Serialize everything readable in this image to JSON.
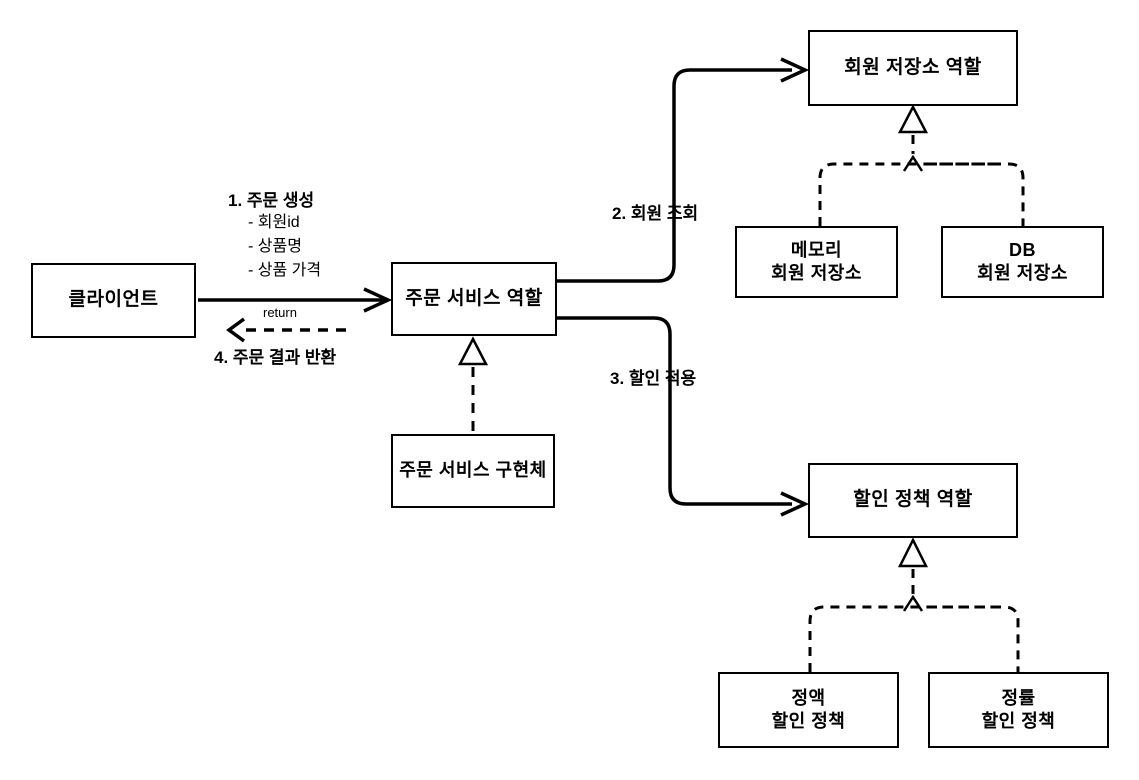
{
  "diagram": {
    "background_color": "#ffffff",
    "line_color": "#000000",
    "nodes": {
      "client": {
        "label": "클라이언트"
      },
      "order_service_role": {
        "label": "주문 서비스 역할"
      },
      "order_service_impl": {
        "label": "주문 서비스 구현체"
      },
      "member_repo_role": {
        "label": "회원 저장소 역할"
      },
      "memory_member_repo": {
        "line1": "메모리",
        "line2": "회원 저장소"
      },
      "db_member_repo": {
        "line1": "DB",
        "line2": "회원 저장소"
      },
      "discount_policy_role": {
        "label": "할인 정책 역할"
      },
      "fixed_discount_policy": {
        "line1": "정액",
        "line2": "할인 정책"
      },
      "rate_discount_policy": {
        "line1": "정률",
        "line2": "할인 정책"
      }
    },
    "labels": {
      "step1_title": "1. 주문 생성",
      "step1_item1": "- 회원id",
      "step1_item2": "- 상품명",
      "step1_item3": "- 상품 가격",
      "step2": "2. 회원 조회",
      "step3": "3. 할인 적용",
      "step4": "4. 주문 결과 반환",
      "return_label": "return"
    }
  }
}
